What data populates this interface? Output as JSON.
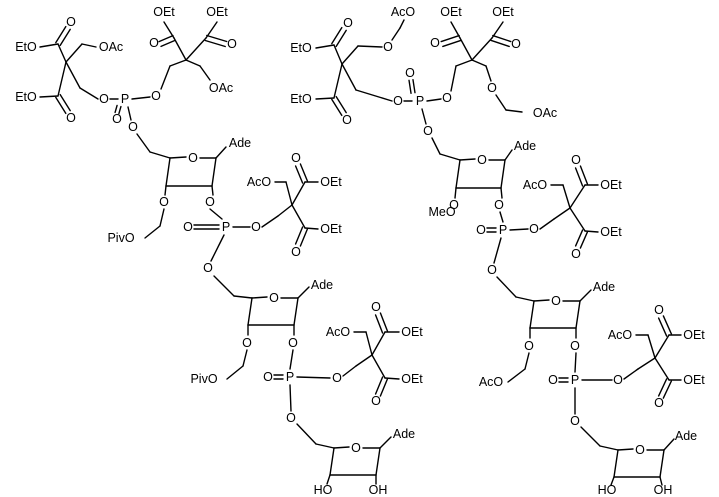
{
  "labels": {
    "etoocc": "EtO",
    "oet": "OEt",
    "oac": "OAc",
    "aco": "AcO",
    "o": "O",
    "p": "P",
    "ade": "Ade",
    "pivo": "PivO",
    "meo": "MeO",
    "oh": "OH",
    "ho": "HO"
  },
  "colors": {
    "ink": "#000000",
    "background": "#ffffff"
  }
}
